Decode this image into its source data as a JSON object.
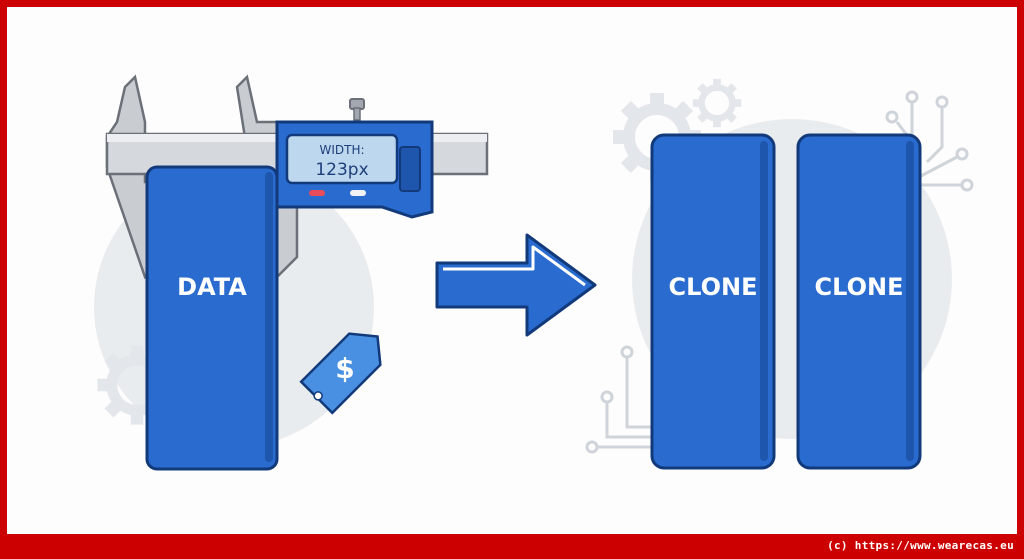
{
  "source": {
    "label": "DATA"
  },
  "caliper": {
    "readout_label": "WIDTH:",
    "readout_value": "123px"
  },
  "price_tag": {
    "symbol": "$"
  },
  "clones": [
    {
      "label": "CLONE"
    },
    {
      "label": "CLONE"
    }
  ],
  "credit": "(c) https://www.wearecas.eu",
  "colors": {
    "frame": "#cc0000",
    "block_blue": "#2a6bd0",
    "block_outline": "#123a7a",
    "lcd": "#bcd7ee",
    "gear_gray": "#e3e6ea"
  }
}
